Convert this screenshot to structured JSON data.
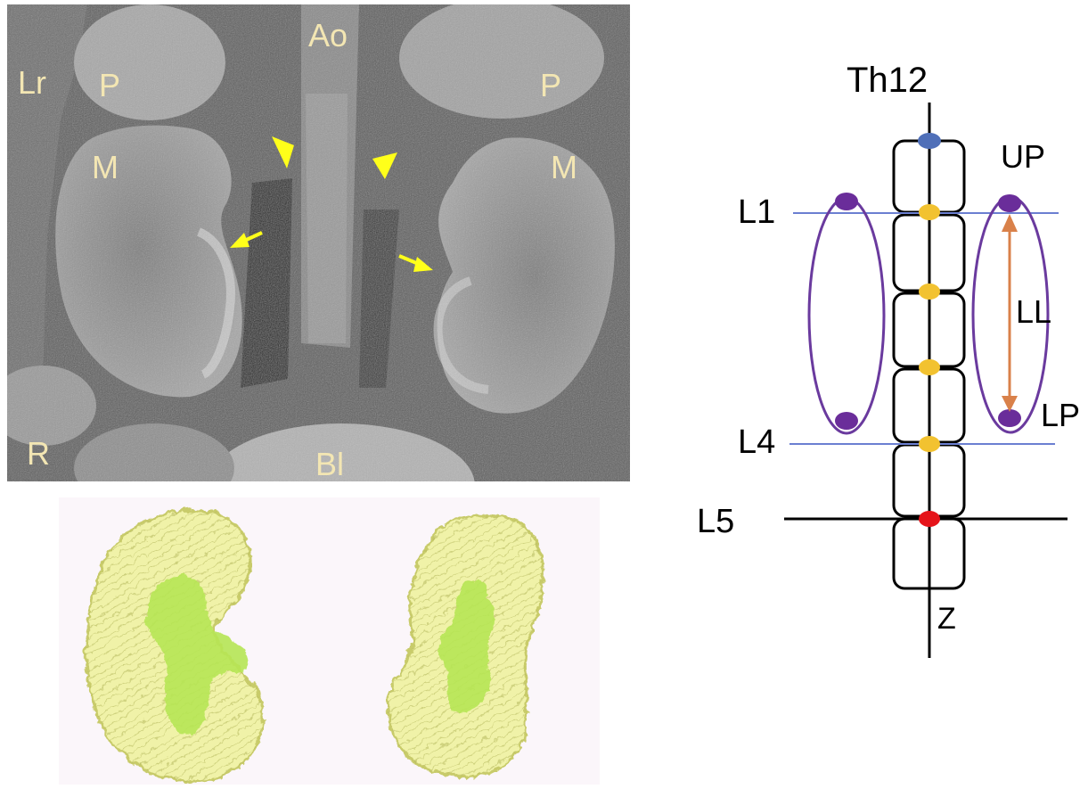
{
  "mri_panel": {
    "labels": {
      "aorta": "Ao",
      "liver": "Lr",
      "pelvis_left": "P",
      "pelvis_right": "P",
      "medulla_left": "M",
      "medulla_right": "M",
      "right_side": "R",
      "bladder": "Bl"
    },
    "colors": {
      "label": "#f3e6b3",
      "arrow": "#ffff1a"
    }
  },
  "render_panel": {
    "colors": {
      "background": "#fbf6fa",
      "cortex": "#f0f2a8",
      "cortex_edge": "#c8cb6a",
      "collecting_system": "#b6e654"
    }
  },
  "schematic": {
    "labels": {
      "th12": "Th12",
      "l1": "L1",
      "l4": "L4",
      "l5": "L5",
      "upper_pole": "UP",
      "lower_pole": "LP",
      "length": "LL",
      "axis": "Z"
    },
    "colors": {
      "vertebra": "#000000",
      "reference_line": "#6b7fd1",
      "kidney_outline": "#6a3a9e",
      "pole_marker": "#6a2d9a",
      "length_arrow": "#d9814a",
      "th12_marker": "#4f6fb8",
      "lumbar_marker": "#f2c230",
      "l5_marker": "#e5141a"
    }
  }
}
